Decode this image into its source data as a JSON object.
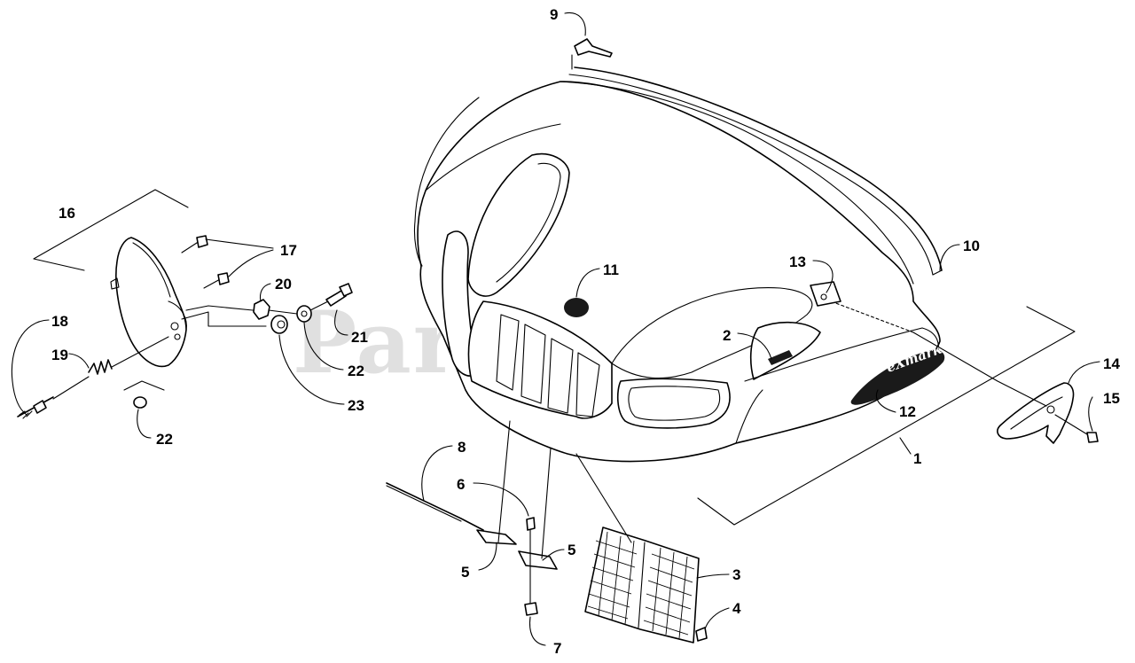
{
  "watermark": "PartsTree",
  "hood_brand": "eXmark",
  "callouts": [
    {
      "id": "c1",
      "text": "1"
    },
    {
      "id": "c2",
      "text": "2"
    },
    {
      "id": "c3",
      "text": "3"
    },
    {
      "id": "c4",
      "text": "4"
    },
    {
      "id": "c5a",
      "text": "5"
    },
    {
      "id": "c5b",
      "text": "5"
    },
    {
      "id": "c6",
      "text": "6"
    },
    {
      "id": "c7",
      "text": "7"
    },
    {
      "id": "c8",
      "text": "8"
    },
    {
      "id": "c9",
      "text": "9"
    },
    {
      "id": "c10",
      "text": "10"
    },
    {
      "id": "c11",
      "text": "11"
    },
    {
      "id": "c12",
      "text": "12"
    },
    {
      "id": "c13",
      "text": "13"
    },
    {
      "id": "c14",
      "text": "14"
    },
    {
      "id": "c15",
      "text": "15"
    },
    {
      "id": "c16",
      "text": "16"
    },
    {
      "id": "c17",
      "text": "17"
    },
    {
      "id": "c18",
      "text": "18"
    },
    {
      "id": "c19",
      "text": "19"
    },
    {
      "id": "c20",
      "text": "20"
    },
    {
      "id": "c21",
      "text": "21"
    },
    {
      "id": "c22a",
      "text": "22"
    },
    {
      "id": "c22b",
      "text": "22"
    },
    {
      "id": "c23",
      "text": "23"
    }
  ]
}
